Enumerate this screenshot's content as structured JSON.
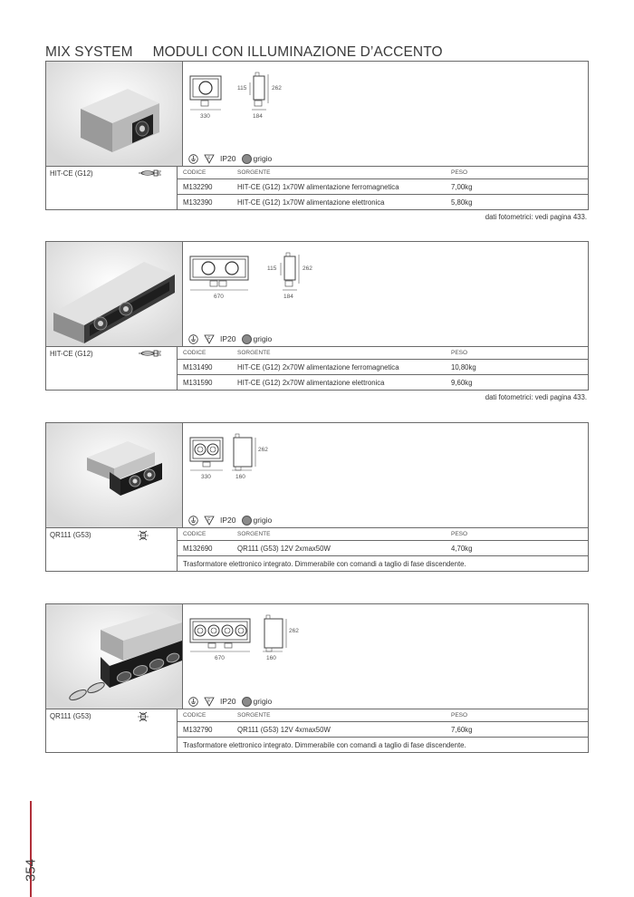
{
  "header": {
    "section": "MIX SYSTEM",
    "title": "MODULI CON ILLUMINAZIONE D’ACCENTO"
  },
  "page_number": "354",
  "products": [
    {
      "source_label": "HIT-CE (G12)",
      "dims": {
        "width": "330",
        "depth": "184",
        "height_a": "115",
        "height_b": "262"
      },
      "ip": "IP20",
      "color": "grigio",
      "headers": {
        "code": "CODICE",
        "source": "SORGENTE",
        "weight": "PESO"
      },
      "rows": [
        {
          "code": "M132290",
          "source": "HIT-CE (G12) 1x70W  alimentazione ferromagnetica",
          "weight": "7,00kg"
        },
        {
          "code": "M132390",
          "source": "HIT-CE (G12) 1x70W  alimentazione elettronica",
          "weight": "5,80kg"
        }
      ],
      "photometric": "dati fotometrici: vedi pagina 433."
    },
    {
      "source_label": "HIT-CE (G12)",
      "dims": {
        "width": "670",
        "depth": "184",
        "height_a": "115",
        "height_b": "262"
      },
      "ip": "IP20",
      "color": "grigio",
      "headers": {
        "code": "CODICE",
        "source": "SORGENTE",
        "weight": "PESO"
      },
      "rows": [
        {
          "code": "M131490",
          "source": "HIT-CE (G12) 2x70W  alimentazione ferromagnetica",
          "weight": "10,80kg"
        },
        {
          "code": "M131590",
          "source": "HIT-CE (G12) 2x70W  alimentazione elettronica",
          "weight": "9,60kg"
        }
      ],
      "photometric": "dati fotometrici: vedi pagina 433."
    },
    {
      "source_label": "QR111 (G53)",
      "dims": {
        "width": "330",
        "depth": "160",
        "height_b": "262"
      },
      "ip": "IP20",
      "color": "grigio",
      "headers": {
        "code": "CODICE",
        "source": "SORGENTE",
        "weight": "PESO"
      },
      "rows": [
        {
          "code": "M132690",
          "source": "QR111 (G53) 12V 2xmax50W",
          "weight": "4,70kg"
        }
      ],
      "note": "Trasformatore elettronico integrato. Dimmerabile con comandi a taglio di fase discendente."
    },
    {
      "source_label": "QR111 (G53)",
      "dims": {
        "width": "670",
        "depth": "160",
        "height_b": "262"
      },
      "ip": "IP20",
      "color": "grigio",
      "headers": {
        "code": "CODICE",
        "source": "SORGENTE",
        "weight": "PESO"
      },
      "rows": [
        {
          "code": "M132790",
          "source": "QR111 (G53) 12V 4xmax50W",
          "weight": "7,60kg"
        }
      ],
      "note": "Trasformatore elettronico integrato. Dimmerabile con comandi a taglio di fase discendente."
    }
  ]
}
